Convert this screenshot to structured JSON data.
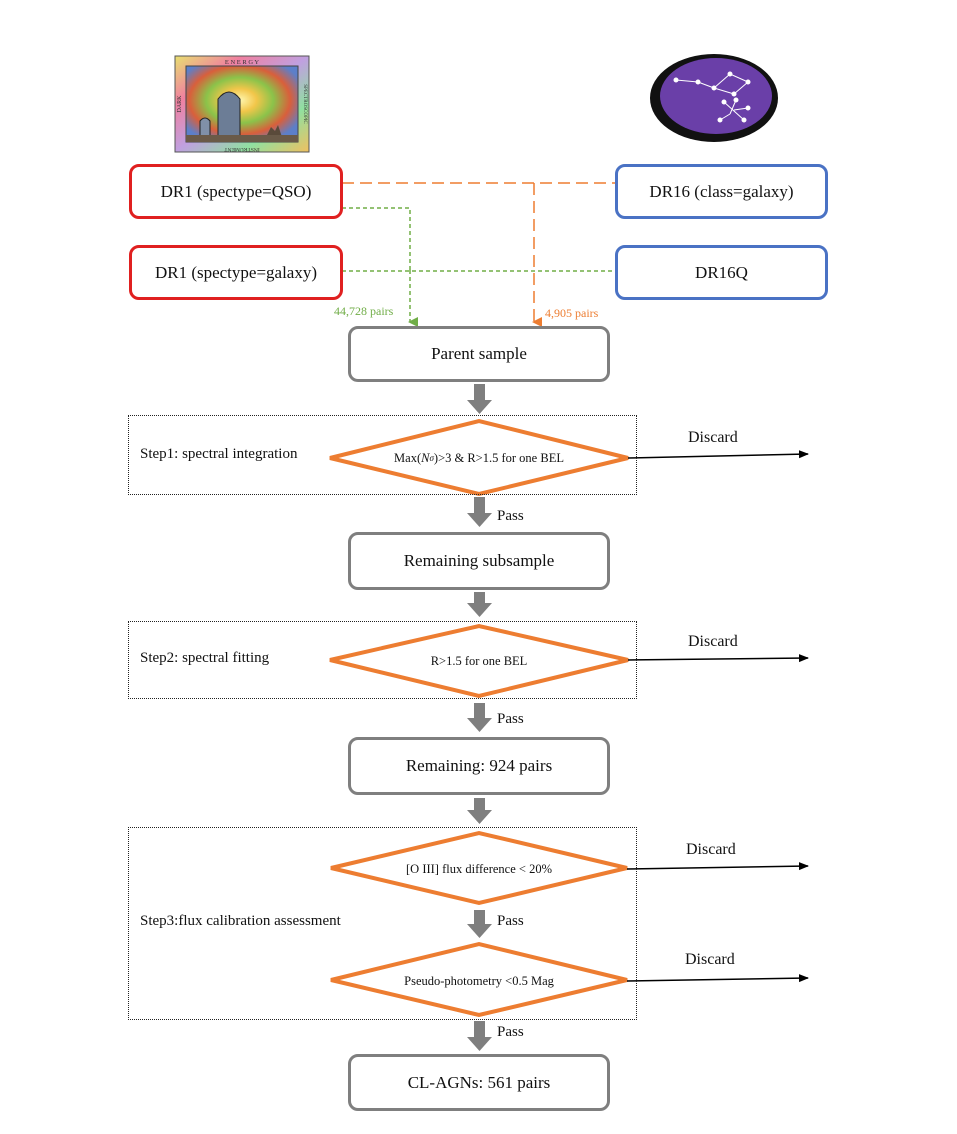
{
  "diagram": {
    "logos": {
      "left": {
        "name": "DESI",
        "text": [
          "E N E R G Y",
          "SPECTROSCOPIC",
          "INSTRUMENT",
          "DARK"
        ]
      },
      "right": {
        "name": "SDSS"
      }
    },
    "sources": {
      "desi_qso": "DR1 (spectype=QSO)",
      "desi_galaxy": "DR1 (spectype=galaxy)",
      "sdss_galaxy": "DR16 (class=galaxy)",
      "sdss_qso": "DR16Q"
    },
    "pair_counts": {
      "green": "44,728 pairs",
      "orange": "4,905 pairs"
    },
    "nodes": {
      "parent": "Parent sample",
      "remaining_subsample": "Remaining subsample",
      "remaining_924": "Remaining: 924 pairs",
      "final": "CL-AGNs: 561 pairs"
    },
    "steps": {
      "step1": "Step1: spectral integration",
      "step2": "Step2: spectral fitting",
      "step3": "Step3:flux calibration assessment"
    },
    "criteria": {
      "c1_pre": "Max(",
      "c1_var": "N",
      "c1_sub": "σ",
      "c1_post": ")>3 & R>1.5 for one BEL",
      "c2": "R>1.5 for one BEL",
      "c3": "[O III] flux difference < 20%",
      "c4": "Pseudo-photometry <0.5 Mag"
    },
    "discard_label": "Discard",
    "pass_label": "Pass",
    "colors": {
      "red": "#e02020",
      "blue": "#4a72c4",
      "gray": "#7f7f7f",
      "orange": "#ed7d31",
      "green": "#70ad47"
    }
  }
}
